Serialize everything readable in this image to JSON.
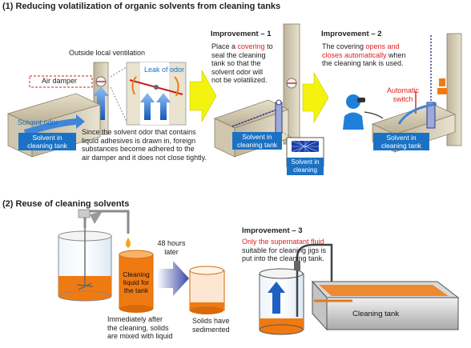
{
  "section1": {
    "title": "(1) Reducing volatilization of organic solvents from cleaning tanks",
    "outside_label": "Outside local ventilation",
    "air_damper": "Air damper",
    "leak_of_odor": "Leak of odor",
    "solvent_odor": "Solvent odor",
    "tank_label_1": "Solvent in",
    "tank_label_2": "cleaning tank",
    "explanation": [
      "Since the solvent odor that contains",
      "liquid adhesives is drawn in, foreign",
      "substances become adhered to the",
      "air damper and it does not close tightly."
    ],
    "improvement1": {
      "heading": "Improvement – 1",
      "l1a": "Place a ",
      "l1b": "covering",
      "l1c": " to",
      "l2": "seal the cleaning",
      "l3": "tank so that the",
      "l4": "solvent odor will",
      "l5": "not be volatilized."
    },
    "improvement2": {
      "heading": "Improvement – 2",
      "l1a": "The covering ",
      "l1b": "opens and",
      "l2a": "closes automatically",
      "l2b": " when",
      "l3": "the cleaning tank is used.",
      "switch1": "Automatic",
      "switch2": "switch"
    }
  },
  "section2": {
    "title": "(2) Reuse of cleaning solvents",
    "jar_label": [
      "Cleaning",
      "liquid for",
      "the tank"
    ],
    "hours": [
      "48 hours",
      "later"
    ],
    "caption_left": [
      "Immediately after",
      "the cleaning, solids",
      "are mixed with liquid"
    ],
    "caption_mid": [
      "Solids have",
      "sedimented"
    ],
    "improvement3": {
      "heading": "Improvement – 3",
      "l1": "Only the supernatant fluid",
      "l2": "suitable for cleaning jigs is",
      "l3": "put into the cleaning tank."
    },
    "cleaning_tank": "Cleaning tank"
  },
  "colors": {
    "blue_label": "#1b72c4",
    "improvement_arrow": "#f3f30e",
    "highlight_red": "#e01e1e",
    "solvent_orange": "#f07a12"
  }
}
